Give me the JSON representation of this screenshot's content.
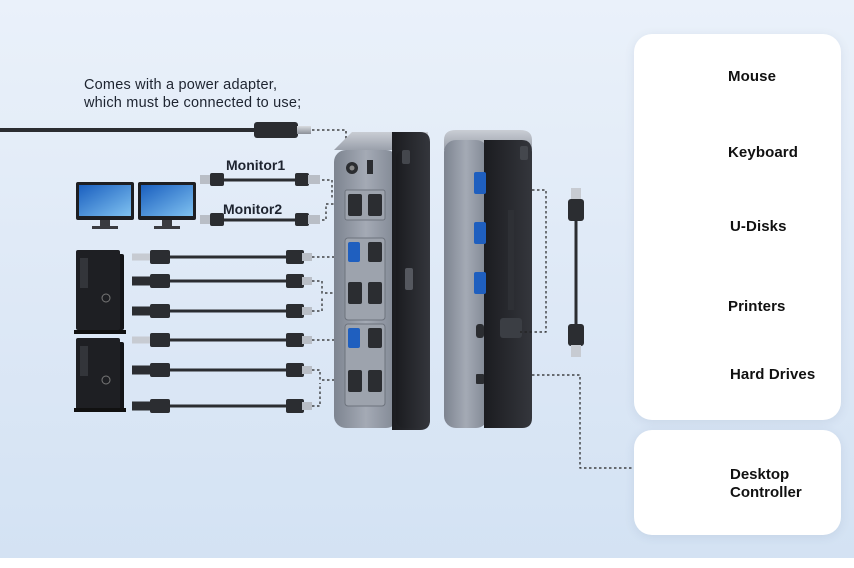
{
  "note": {
    "line1": "Comes with a power adapter,",
    "line2": "which must be connected to use;"
  },
  "monitors": {
    "monitor1": "Monitor1",
    "monitor2": "Monitor2"
  },
  "devices": [
    {
      "label": "Mouse",
      "icon": "mouse-icon"
    },
    {
      "label": "Keyboard",
      "icon": "printer-icon"
    },
    {
      "label": "U-Disks",
      "icon": "usb-drive-icon"
    },
    {
      "label": "Printers",
      "icon": "gamepad-icon"
    },
    {
      "label": "Hard Drives",
      "icon": "keyboard-icon"
    }
  ],
  "controller": {
    "line1": "Desktop",
    "line2": "Controller",
    "icon": "desktop-controller-icon"
  },
  "colors": {
    "background": "#e3ecf7",
    "device_body": "#8f96a3",
    "device_dark": "#26282d",
    "cable": "#2b2d31"
  }
}
